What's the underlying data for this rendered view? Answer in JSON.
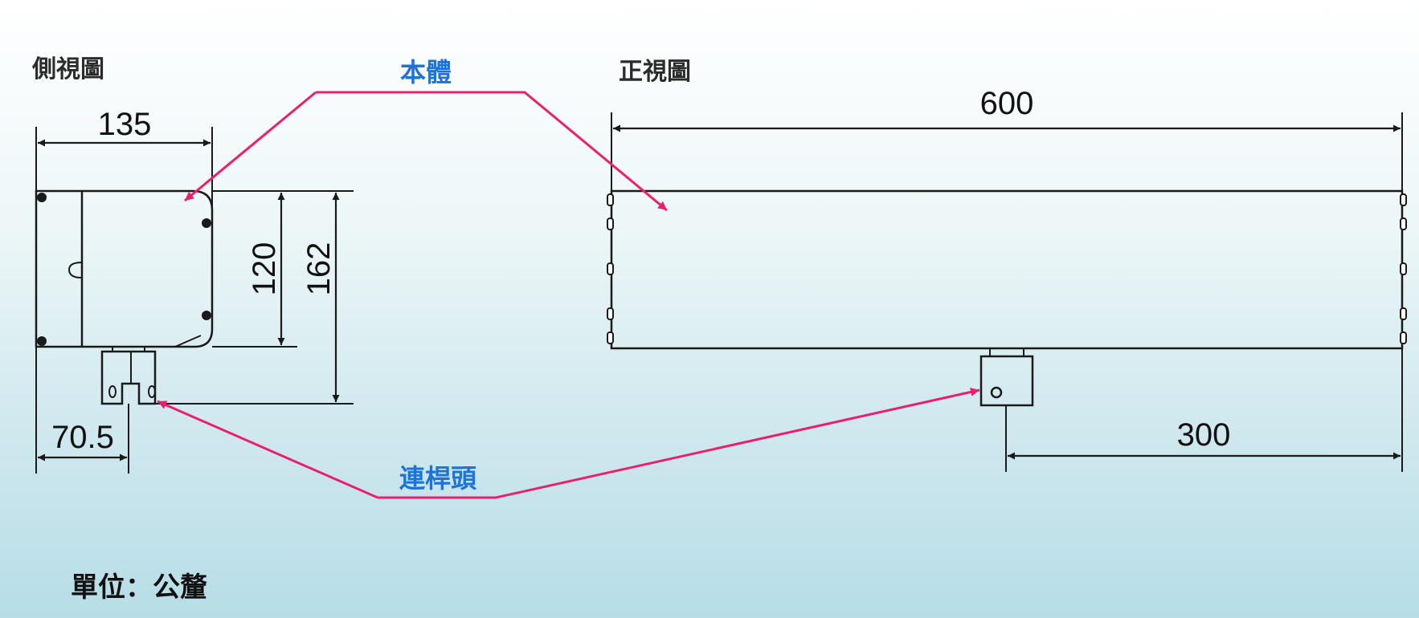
{
  "labels": {
    "side_view": "側視圖",
    "front_view": "正視圖",
    "body": "本體",
    "connecting_rod_head": "連桿頭",
    "unit": "單位：公釐"
  },
  "dimensions": {
    "side_width": "135",
    "inner_height": "120",
    "total_height": "162",
    "rod_offset": "70.5",
    "front_length": "600",
    "rod_position": "300"
  },
  "colors": {
    "leader_line": "#e8206e",
    "callout_text": "#1c73d9",
    "drawing": "#1a1a1a"
  }
}
